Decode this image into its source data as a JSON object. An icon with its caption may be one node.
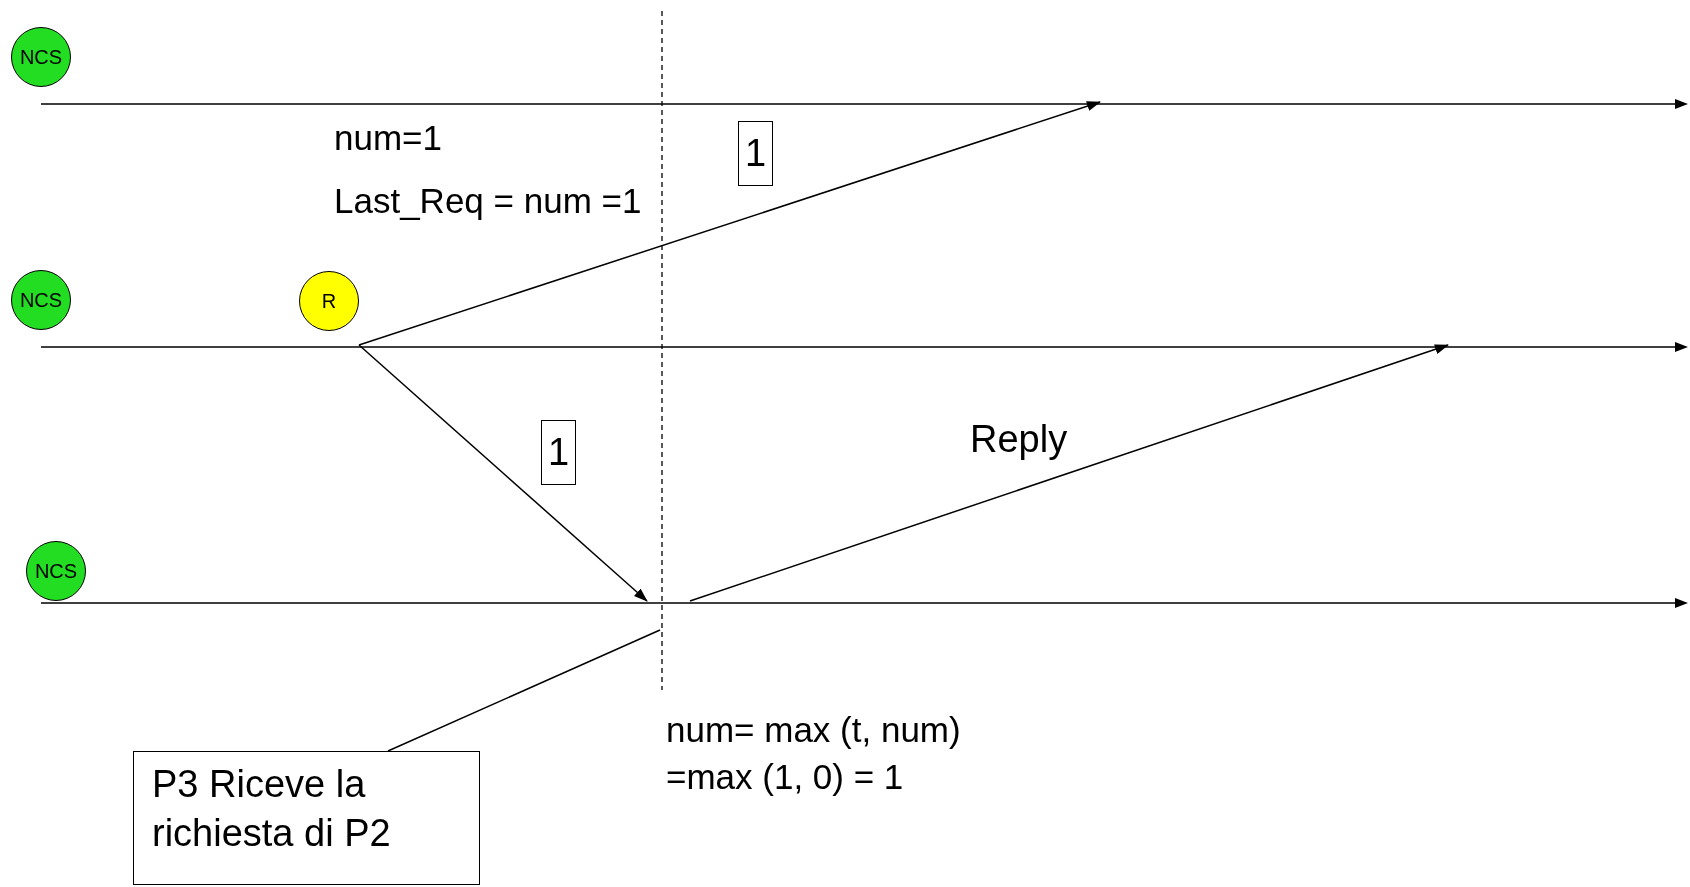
{
  "diagram": {
    "nodes": [
      {
        "text": [
          "NCS"
        ]
      },
      {
        "text": [],
        "shape": "line"
      },
      {
        "text": [
          "NCS"
        ]
      },
      {
        "text": [
          "R"
        ]
      },
      {
        "text": [],
        "shape": "line"
      },
      {
        "text": [
          "NCS"
        ]
      },
      {
        "text": [],
        "shape": "line"
      },
      {
        "text": [
          "P3 Riceve la richiesta di P2"
        ]
      }
    ],
    "edges": [
      {
        "from": 4,
        "to": 1,
        "arrow": "to",
        "label": "1"
      },
      {
        "from": 4,
        "to": 6,
        "arrow": "to",
        "label": "1"
      },
      {
        "from": 6,
        "to": 4,
        "arrow": "to",
        "label": "Reply"
      },
      {
        "from": 7,
        "to": null,
        "arrow": "none"
      }
    ],
    "labels": [
      "num=1",
      "Last_Req = num =1",
      "num= max (t, num)",
      "=max (1, 0) = 1"
    ]
  }
}
